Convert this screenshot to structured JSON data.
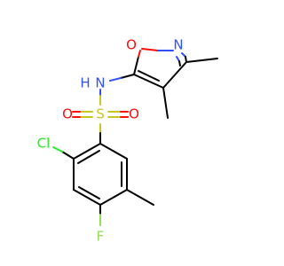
{
  "molecule": {
    "atoms": [
      {
        "id": "O1",
        "label": "O",
        "color": "#ff0d0d"
      },
      {
        "id": "N2",
        "label": "N",
        "color": "#3050f8"
      },
      {
        "id": "NH",
        "label": "N",
        "color": "#3050f8"
      },
      {
        "id": "H",
        "label": "H",
        "color": "#3050f8"
      },
      {
        "id": "S",
        "label": "S",
        "color": "#c8c820"
      },
      {
        "id": "OS1",
        "label": "O",
        "color": "#ff0d0d"
      },
      {
        "id": "OS2",
        "label": "O",
        "color": "#ff0d0d"
      },
      {
        "id": "Cl",
        "label": "Cl",
        "color": "#1ff01f"
      },
      {
        "id": "F",
        "label": "F",
        "color": "#90e050"
      }
    ],
    "colors": {
      "carbon_bond": "#000000",
      "oxygen": "#ff0d0d",
      "nitrogen": "#3050f8",
      "sulfur": "#c8c820",
      "chlorine": "#1ff01f",
      "fluorine": "#90e050"
    }
  }
}
